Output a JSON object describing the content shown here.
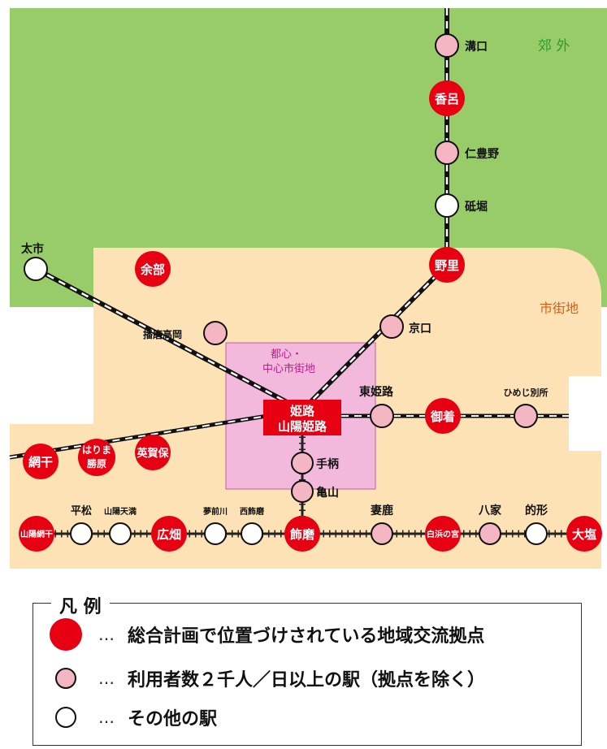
{
  "areas": {
    "suburb_label": "郊 外",
    "city_label": "市街地",
    "downtown_label_1": "都心・",
    "downtown_label_2": "中心市街地"
  },
  "stations": {
    "mizomaguchi": "溝口",
    "kouro": "香呂",
    "nibuno": "仁豊野",
    "tohori": "砥堀",
    "nozato": "野里",
    "kyoguchi": "京口",
    "himeji_1": "姫路",
    "himeji_2": "山陽姫路",
    "higashi_himeji": "東姫路",
    "gochaku": "御着",
    "himeji_bessho": "ひめじ別所",
    "tegara": "手柄",
    "kameyama": "亀山",
    "shikama": "飾磨",
    "mega": "妻鹿",
    "shirahama": "白浜の宮",
    "yaka": "八家",
    "matogata": "的形",
    "oshio": "大塩",
    "taichi": "太市",
    "yobe": "余部",
    "harima_takaoka": "播磨高岡",
    "agaho": "英賀保",
    "harima_katsuhara_1": "はりま",
    "harima_katsuhara_2": "勝原",
    "aboshi": "網干",
    "sanyo_aboshi": "山陽網干",
    "hiramatsu": "平松",
    "sanyo_tenma": "山陽天満",
    "hirohata": "広畑",
    "yumesakigawa": "夢前川",
    "nishi_shikama": "西飾磨"
  },
  "legend": {
    "title": "凡 例",
    "dots": "…",
    "hub": "総合計画で位置づけされている地域交流拠点",
    "major": "利用者数２千人／日以上の駅（拠点を除く）",
    "other": "その他の駅"
  },
  "colors": {
    "suburb": "#98cc69",
    "city": "#fce2b4",
    "downtown": "#f3b9dc",
    "hub": "#e60012",
    "major": "#f4b6c2",
    "other": "#ffffff",
    "suburb_text": "#2f9a2f",
    "city_text": "#e05a10",
    "downtown_text": "#c01b8f"
  }
}
